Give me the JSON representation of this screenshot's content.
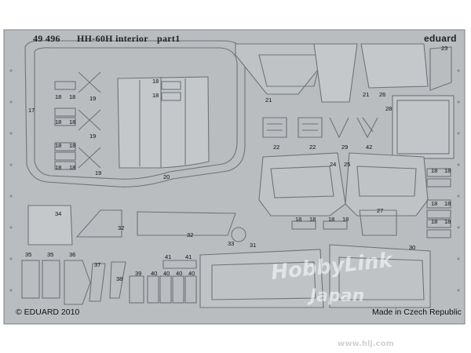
{
  "sheet": {
    "product_code": "49 496",
    "title": "HH-60H interior",
    "part": "part1",
    "brand": "eduard",
    "copyright": "© EDUARD 2010",
    "origin": "Made in Czech Republic"
  },
  "watermark": {
    "line1": "HobbyLink",
    "line2": "Japan",
    "url": "www.hlj.com"
  },
  "part_numbers": [
    "17",
    "18",
    "18",
    "18",
    "18",
    "18",
    "18",
    "18",
    "18",
    "19",
    "19",
    "19",
    "20",
    "21",
    "21",
    "22",
    "22",
    "23",
    "24",
    "25",
    "26",
    "27",
    "28",
    "29",
    "30",
    "31",
    "32",
    "32",
    "33",
    "34",
    "35",
    "35",
    "36",
    "37",
    "38",
    "39",
    "40",
    "40",
    "40",
    "40",
    "41",
    "41",
    "42",
    "18",
    "18",
    "18",
    "18",
    "18",
    "18",
    "18",
    "18",
    "18",
    "18",
    "18",
    "18"
  ],
  "colors": {
    "fret_metal": "#b9bdc0",
    "etch_line": "#6f7478",
    "background": "#ffffff"
  }
}
